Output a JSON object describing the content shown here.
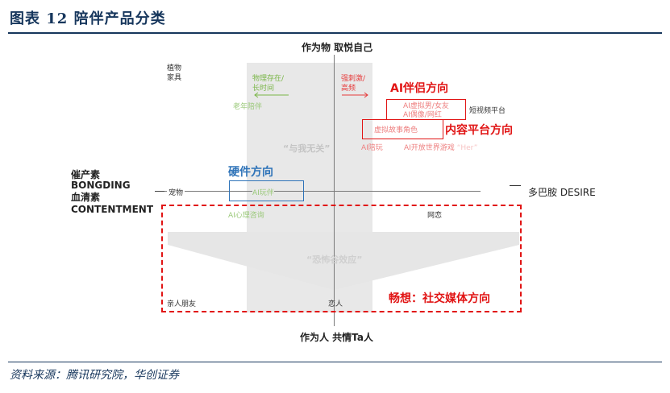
{
  "figure": {
    "title": "图表 12  陪伴产品分类",
    "source": "资料来源：腾讯研究院，华创证券"
  },
  "axes": {
    "top": "作为物  取悦自己",
    "bottom": "作为人  共情Ta人",
    "left_lines": [
      "催产素",
      "BONGDING",
      "血清素",
      "CONTENTMENT"
    ],
    "right": "多巴胺 DESIRE"
  },
  "items": {
    "plants": "植物\n家具",
    "physical_presence": "物理存在/\n长时间",
    "elderly_companion": "老年陪伴",
    "strong_stimulus": "强刺激/\n高频",
    "ai_virtual_partner": "AI虚拟男/女友",
    "ai_idol": "AI偶像/网红",
    "short_video": "短视频平台",
    "virtual_story": "虚拟故事角色",
    "unrelated_quote": "“与我无关”",
    "ai_companion_play": "AI陪玩",
    "ai_open_world_prefix": "AI开放世界游戏",
    "her_quote": "“Her”",
    "pet": "宠物",
    "ai_toy": "AI玩伴",
    "ai_counseling": "AI心理咨询",
    "online_romance": "网恋",
    "uncanny_valley": "“恐怖谷效应”",
    "family_friends": "亲人朋友",
    "lover": "恋人"
  },
  "highlights": {
    "ai_companion_direction": "AI伴侣方向",
    "content_platform_direction": "内容平台方向",
    "hardware_direction": "硬件方向",
    "social_media_direction": "畅想：社交媒体方向"
  },
  "colors": {
    "heading_navy": "#16365c",
    "highlight_red": "#e11414",
    "hardware_blue": "#2e73b8",
    "physical_green": "#7ab648",
    "panel_grey": "#e8e8e8"
  }
}
